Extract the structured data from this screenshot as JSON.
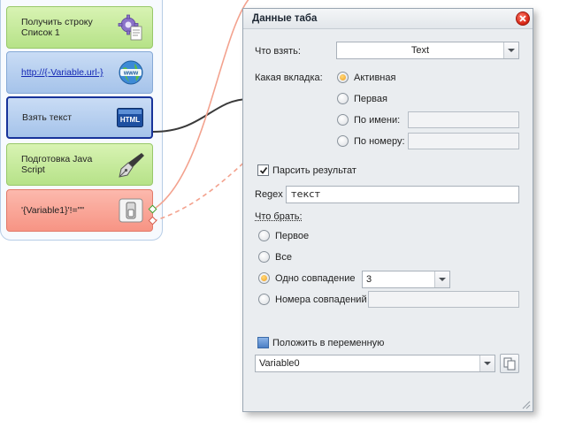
{
  "canvas": {
    "blocks": [
      {
        "label": "Получить строку Список 1",
        "icon": "gear-document-icon"
      },
      {
        "label": "http://{-Variable.url-}",
        "icon": "www-globe-icon"
      },
      {
        "label": "Взять текст",
        "icon": "html-icon"
      },
      {
        "label": "Подготовка Java Script",
        "icon": "pen-nib-icon"
      },
      {
        "label": "'{Variable1}'!=\"\"",
        "icon": "switch-icon"
      }
    ],
    "html_icon_text": "HTML",
    "www_icon_text": "www"
  },
  "dialog": {
    "title": "Данные таба",
    "what_label": "Что взять:",
    "what_value": "Text",
    "tab_label": "Какая вкладка:",
    "tab_options": [
      {
        "label": "Активная",
        "selected": true
      },
      {
        "label": "Первая",
        "selected": false
      },
      {
        "label": "По имени:",
        "selected": false
      },
      {
        "label": "По номеру:",
        "selected": false
      }
    ],
    "parse_label": "Парсить результат",
    "parse_checked": true,
    "regex_label": "Regex",
    "regex_value": "текст",
    "take_label": "Что брать:",
    "take_options": [
      {
        "label": "Первое",
        "selected": false
      },
      {
        "label": "Все",
        "selected": false
      },
      {
        "label": "Одно совпадение",
        "selected": true
      },
      {
        "label": "Номера совпадений",
        "selected": false
      }
    ],
    "match_value": "3",
    "put_label": "Положить в переменную",
    "variable_value": "Variable0"
  },
  "colors": {
    "selected_border": "#17339a",
    "green_block": "#c5eba0",
    "blue_block": "#b6cff0",
    "red_block": "#f9a595",
    "radio_selected": "#f0a020",
    "close_button": "#d82716"
  }
}
